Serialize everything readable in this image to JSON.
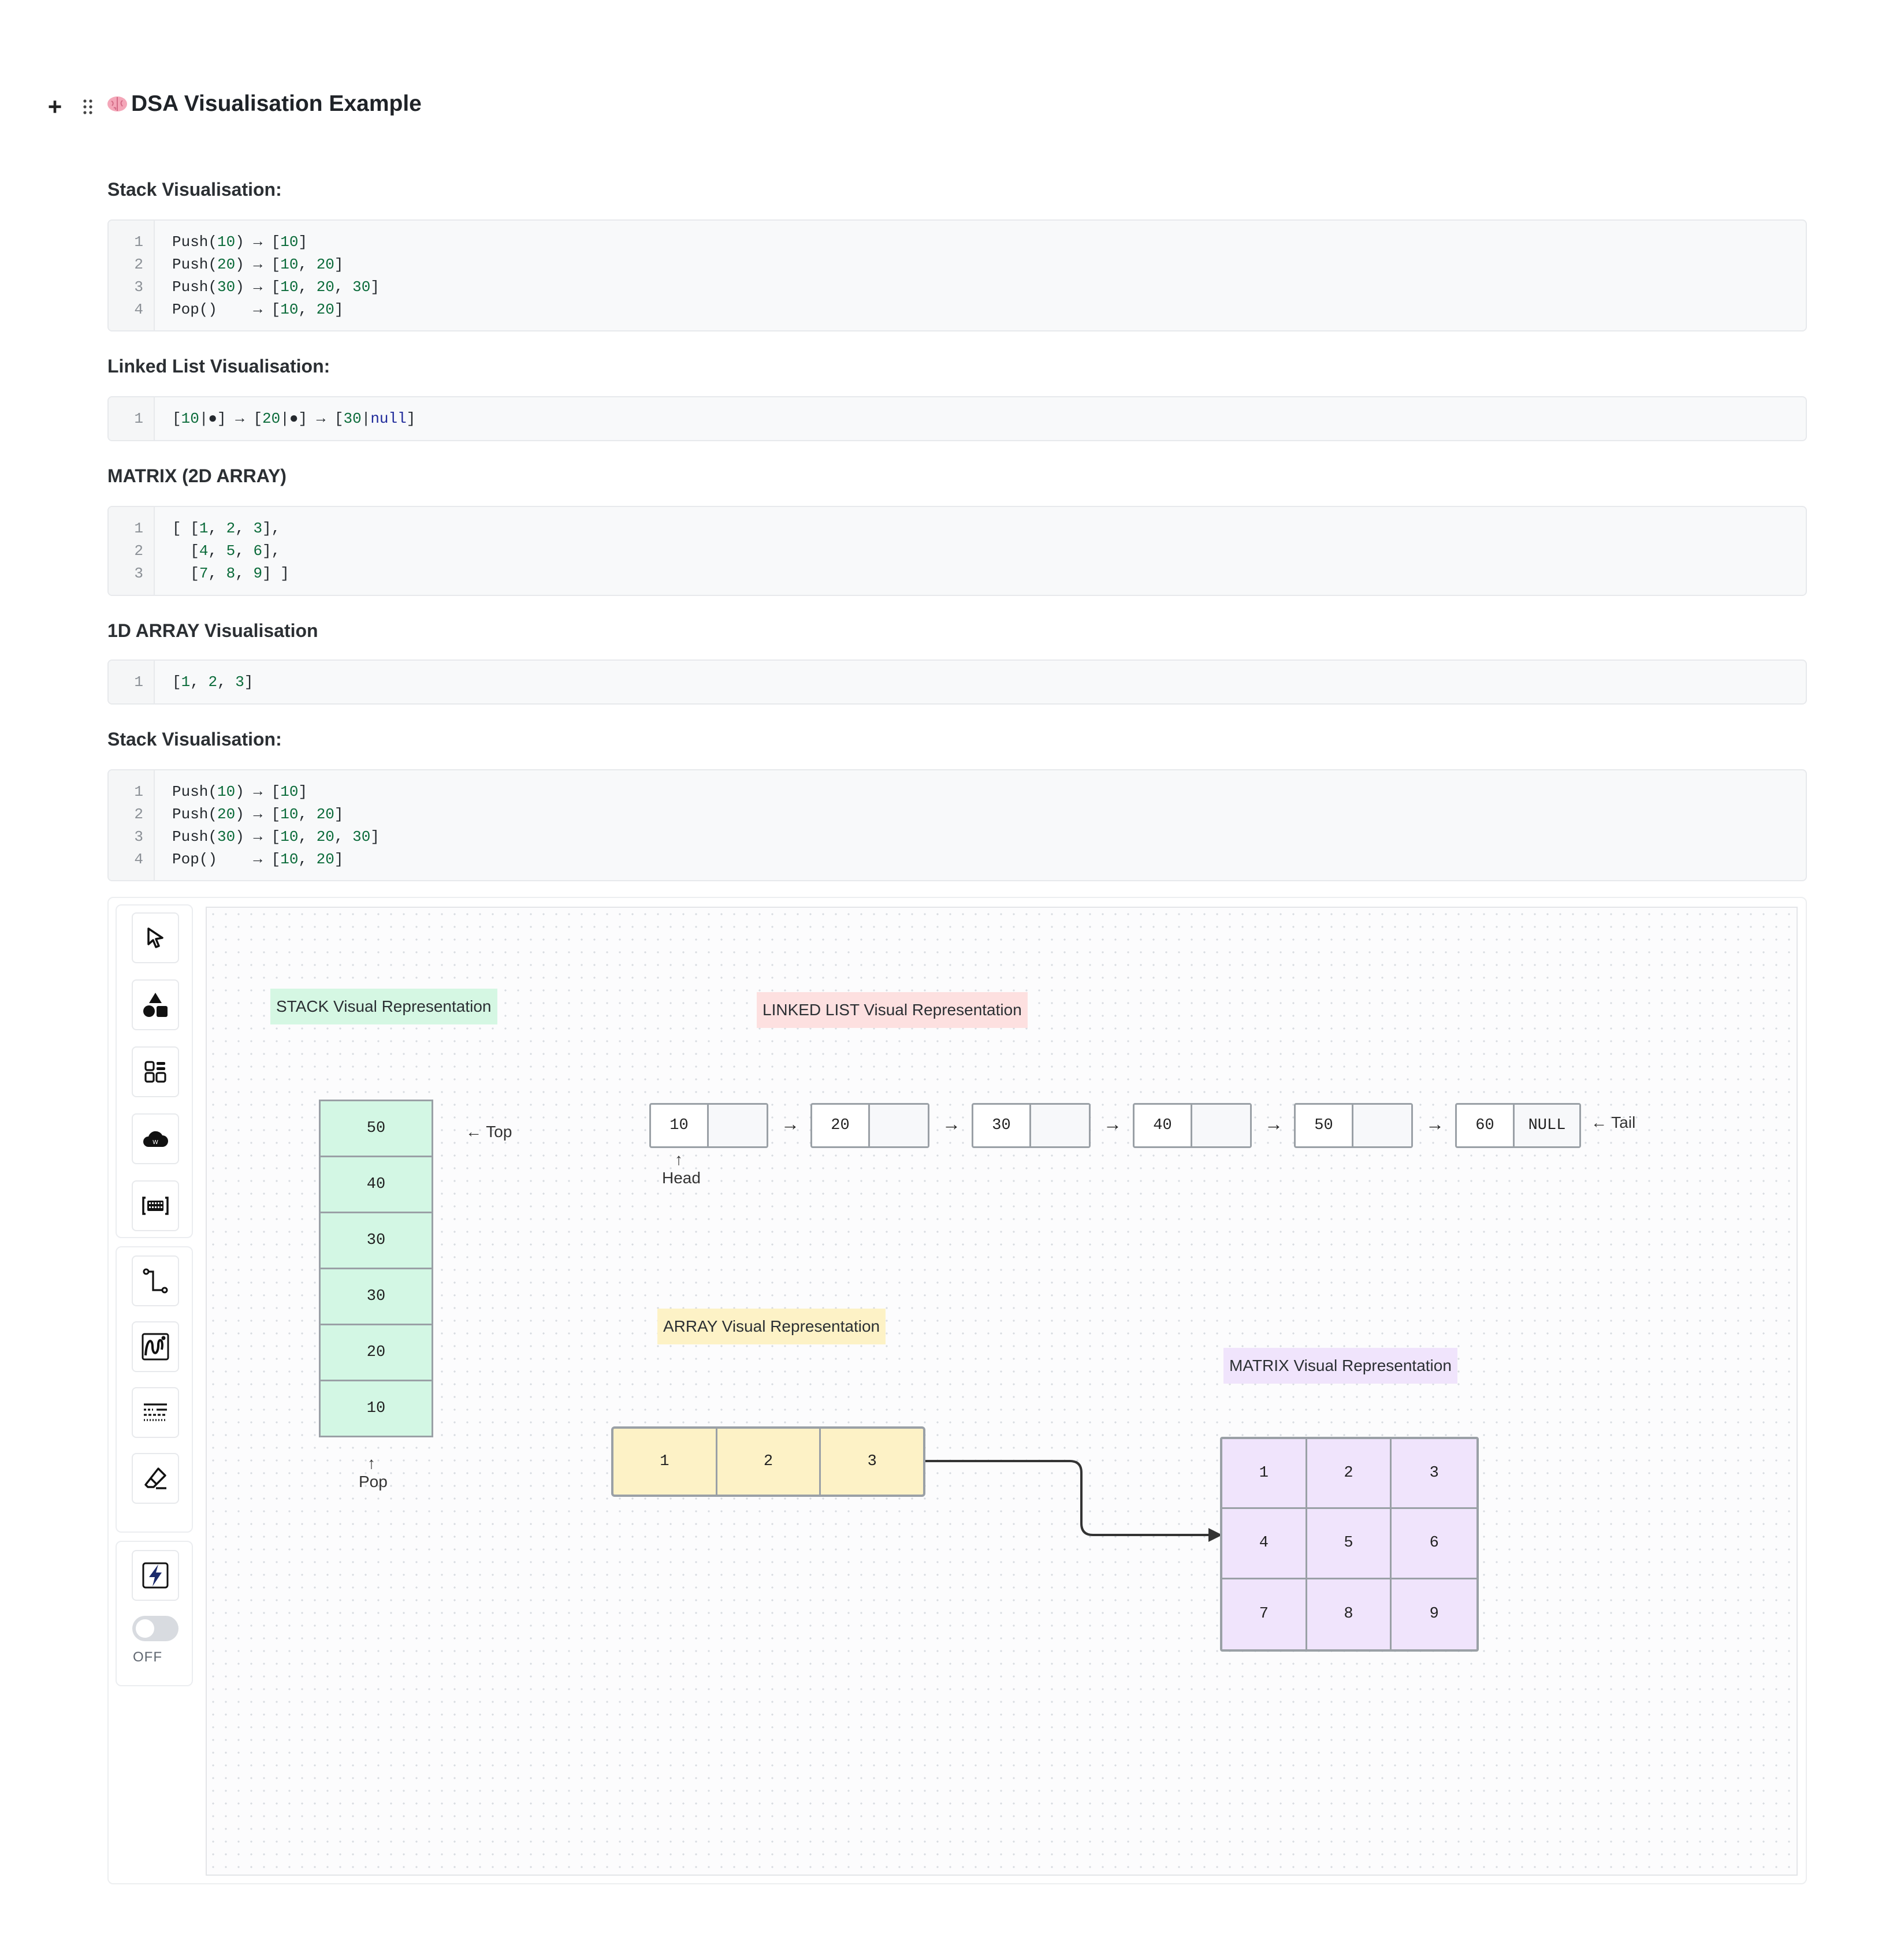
{
  "page": {
    "title": "DSA Visualisation Example",
    "title_emoji_icon": "brain-icon"
  },
  "sections": [
    {
      "heading": "Stack Visualisation:",
      "lines": [
        "Push(10) → [10]",
        "Push(20) → [10, 20]",
        "Push(30) → [10, 20, 30]",
        "Pop()    → [10, 20]"
      ]
    },
    {
      "heading": "Linked List Visualisation:",
      "lines": [
        "[10|●] → [20|●] → [30|null]"
      ]
    },
    {
      "heading": "MATRIX (2D ARRAY)",
      "lines": [
        "[ [1, 2, 3],",
        "  [4, 5, 6],",
        "  [7, 8, 9] ]"
      ]
    },
    {
      "heading": "1D ARRAY Visualisation",
      "lines": [
        "[1, 2, 3]"
      ]
    },
    {
      "heading": "Stack Visualisation:",
      "lines": [
        "Push(10) → [10]",
        "Push(20) → [10, 20]",
        "Push(30) → [10, 20, 30]",
        "Pop()    → [10, 20]"
      ]
    }
  ],
  "line_numbers": [
    "1",
    "2",
    "3",
    "4"
  ],
  "whiteboard": {
    "toolbar": {
      "tools": [
        "select-tool",
        "shapes-tool",
        "components-tool",
        "cloud-tool",
        "frame-tool",
        "connector-tool",
        "draw-tool",
        "text-style-tool",
        "eraser-tool",
        "ai-tool"
      ],
      "toggle_label": "OFF",
      "toggle_on": false
    },
    "labels": {
      "stack": "STACK Visual Representation",
      "linked_list": "LINKED LIST Visual Representation",
      "array": "ARRAY Visual Representation",
      "matrix": "MATRIX Visual Representation"
    },
    "stack": {
      "cells": [
        "50",
        "40",
        "30",
        "30",
        "20",
        "10"
      ],
      "top_label": "← Top",
      "pop_arrow": "↑",
      "pop_label": "Pop"
    },
    "linked_list": {
      "nodes": [
        {
          "value": "10",
          "next": ""
        },
        {
          "value": "20",
          "next": ""
        },
        {
          "value": "30",
          "next": ""
        },
        {
          "value": "40",
          "next": ""
        },
        {
          "value": "50",
          "next": ""
        },
        {
          "value": "60",
          "next": "NULL"
        }
      ],
      "arrow": "→",
      "head_arrow": "↑",
      "head_label": "Head",
      "tail_label": "← Tail"
    },
    "array": {
      "cells": [
        "1",
        "2",
        "3"
      ]
    },
    "matrix": {
      "cells": [
        "1",
        "2",
        "3",
        "4",
        "5",
        "6",
        "7",
        "8",
        "9"
      ]
    },
    "colors": {
      "stack_fill": "#d3f7e4",
      "linked_list_label": "#fde0e0",
      "array_fill": "#fdf2c6",
      "matrix_fill": "#f0e4fc",
      "border": "#9aa0a6"
    }
  }
}
